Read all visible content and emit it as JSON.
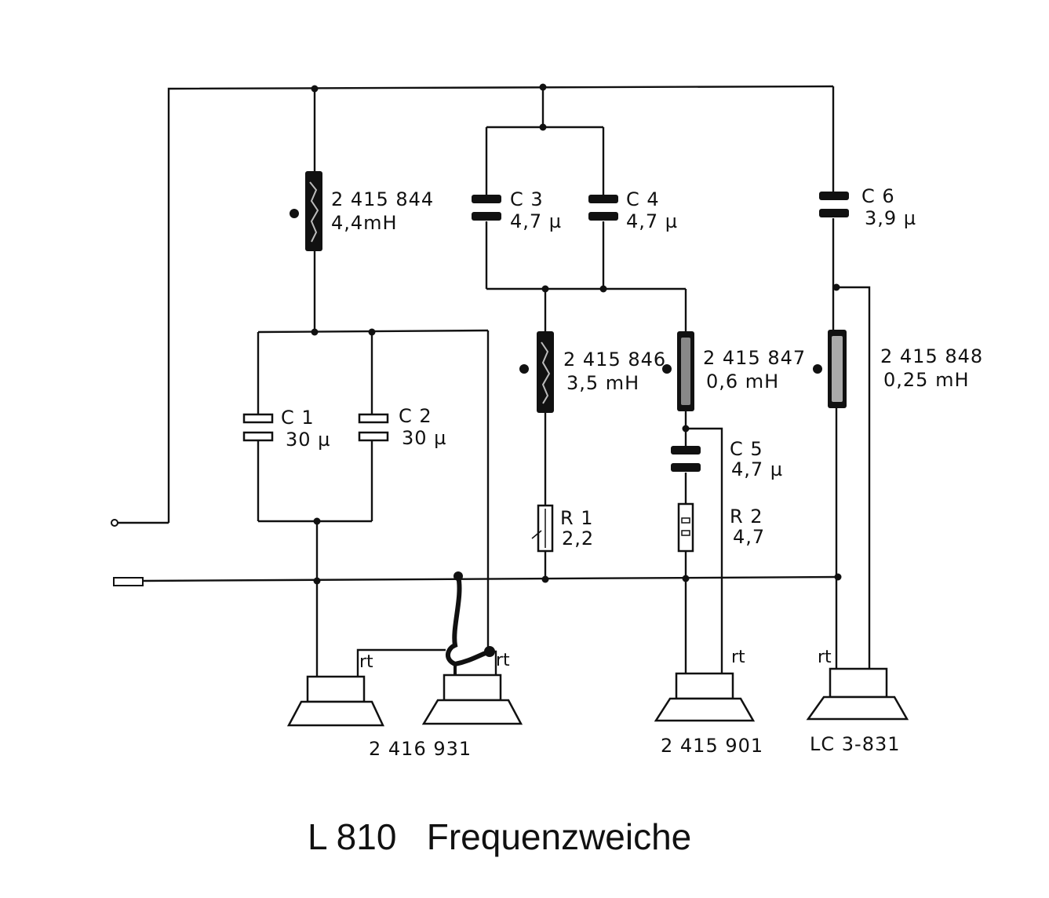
{
  "title": "L 810   Frequenzweiche",
  "components": {
    "l1": {
      "id": "2 415 844",
      "value": "4,4mH"
    },
    "l2": {
      "id": "2 415 846",
      "value": "3,5 mH"
    },
    "l3": {
      "id": "2 415 847",
      "value": "0,6 mH"
    },
    "l4": {
      "id": "2 415 848",
      "value": "0,25 mH"
    },
    "c1": {
      "name": "C 1",
      "value": "30 µ"
    },
    "c2": {
      "name": "C 2",
      "value": "30 µ"
    },
    "c3": {
      "name": "C 3",
      "value": "4,7 µ"
    },
    "c4": {
      "name": "C 4",
      "value": "4,7 µ"
    },
    "c5": {
      "name": "C 5",
      "value": "4,7 µ"
    },
    "c6": {
      "name": "C 6",
      "value": "3,9 µ"
    },
    "r1": {
      "name": "R 1",
      "value": "2,2"
    },
    "r2": {
      "name": "R 2",
      "value": "4,7"
    }
  },
  "speakers": {
    "woofer": "2 416 931",
    "mid": "2 415 901",
    "tweeter": "LC 3-831"
  },
  "wire_mark": "rt"
}
